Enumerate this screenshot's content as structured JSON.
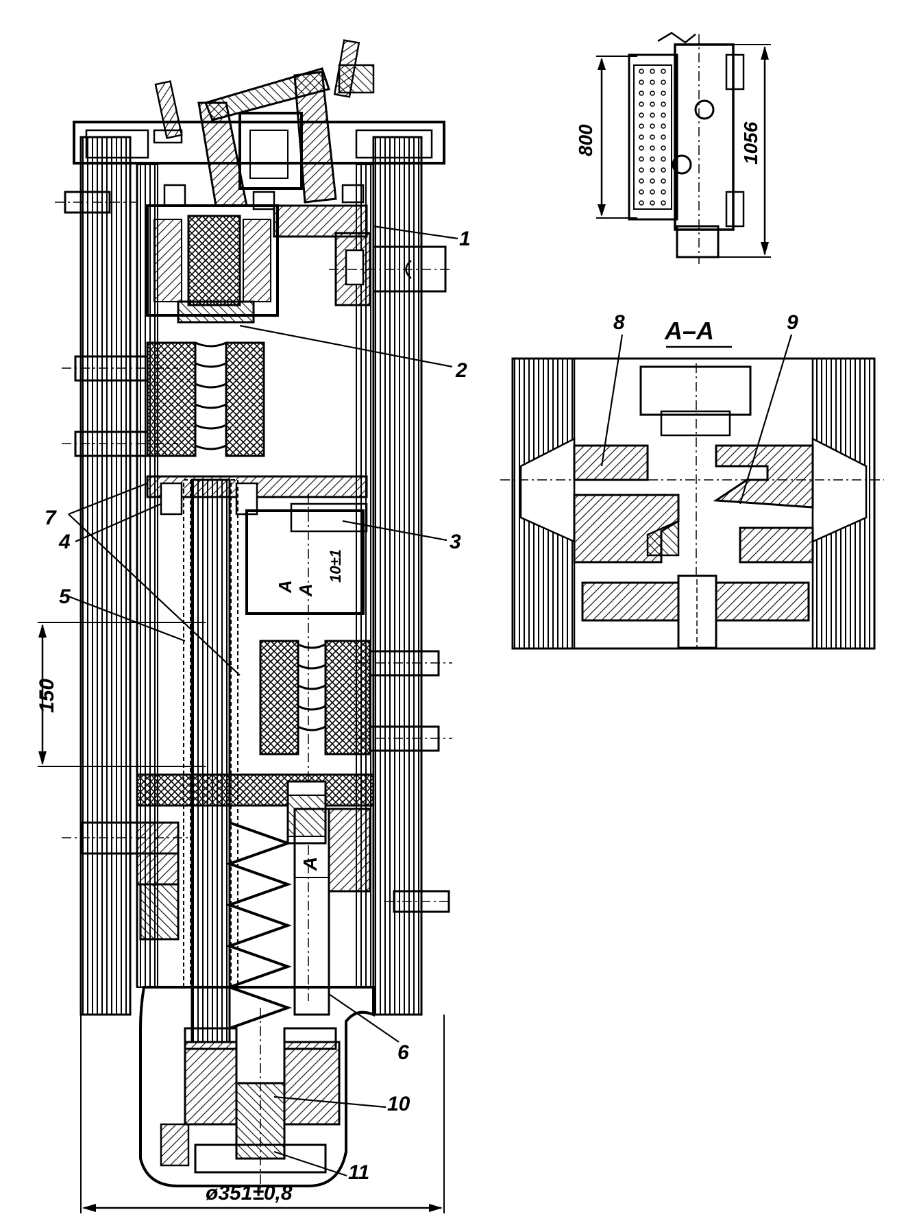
{
  "main_view": {
    "callouts": [
      "1",
      "2",
      "3",
      "4",
      "5",
      "6",
      "7",
      "10",
      "11"
    ],
    "dim_height": "150",
    "dim_diameter": "ø351±0,8",
    "dim_gap": "10±1",
    "section_mark_a": "A",
    "section_mark_a2": "A",
    "section_mark_a3": "A"
  },
  "small_view": {
    "dim_inner": "800",
    "dim_outer": "1056"
  },
  "section_view": {
    "title": "A–A",
    "callouts": [
      "8",
      "9"
    ]
  }
}
